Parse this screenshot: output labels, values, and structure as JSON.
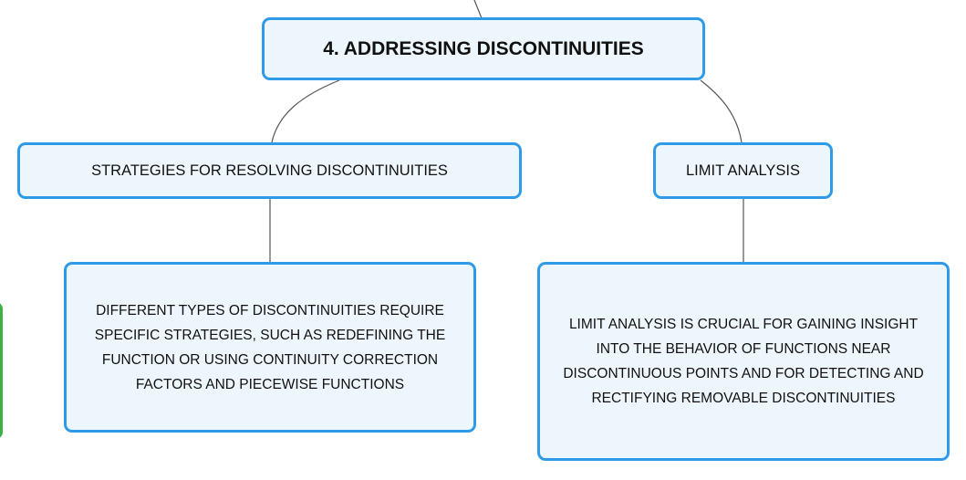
{
  "diagram": {
    "root": {
      "label": "4. ADDRESSING DISCONTINUITIES"
    },
    "branches": [
      {
        "label": "STRATEGIES FOR RESOLVING DISCONTINUITIES",
        "detail": "DIFFERENT TYPES OF DISCONTINUITIES REQUIRE SPECIFIC STRATEGIES, SUCH AS REDEFINING THE FUNCTION OR USING CONTINUITY CORRECTION FACTORS AND PIECEWISE FUNCTIONS"
      },
      {
        "label": "LIMIT ANALYSIS",
        "detail": "LIMIT ANALYSIS IS CRUCIAL FOR GAINING INSIGHT INTO THE BEHAVIOR OF FUNCTIONS NEAR DISCONTINUOUS POINTS AND FOR DETECTING AND RECTIFYING REMOVABLE DISCONTINUITIES"
      }
    ]
  },
  "colors": {
    "node_border": "#2f9be8",
    "node_fill": "#edf6fd",
    "connector": "#555555",
    "side_tab_border": "#3cb044"
  }
}
